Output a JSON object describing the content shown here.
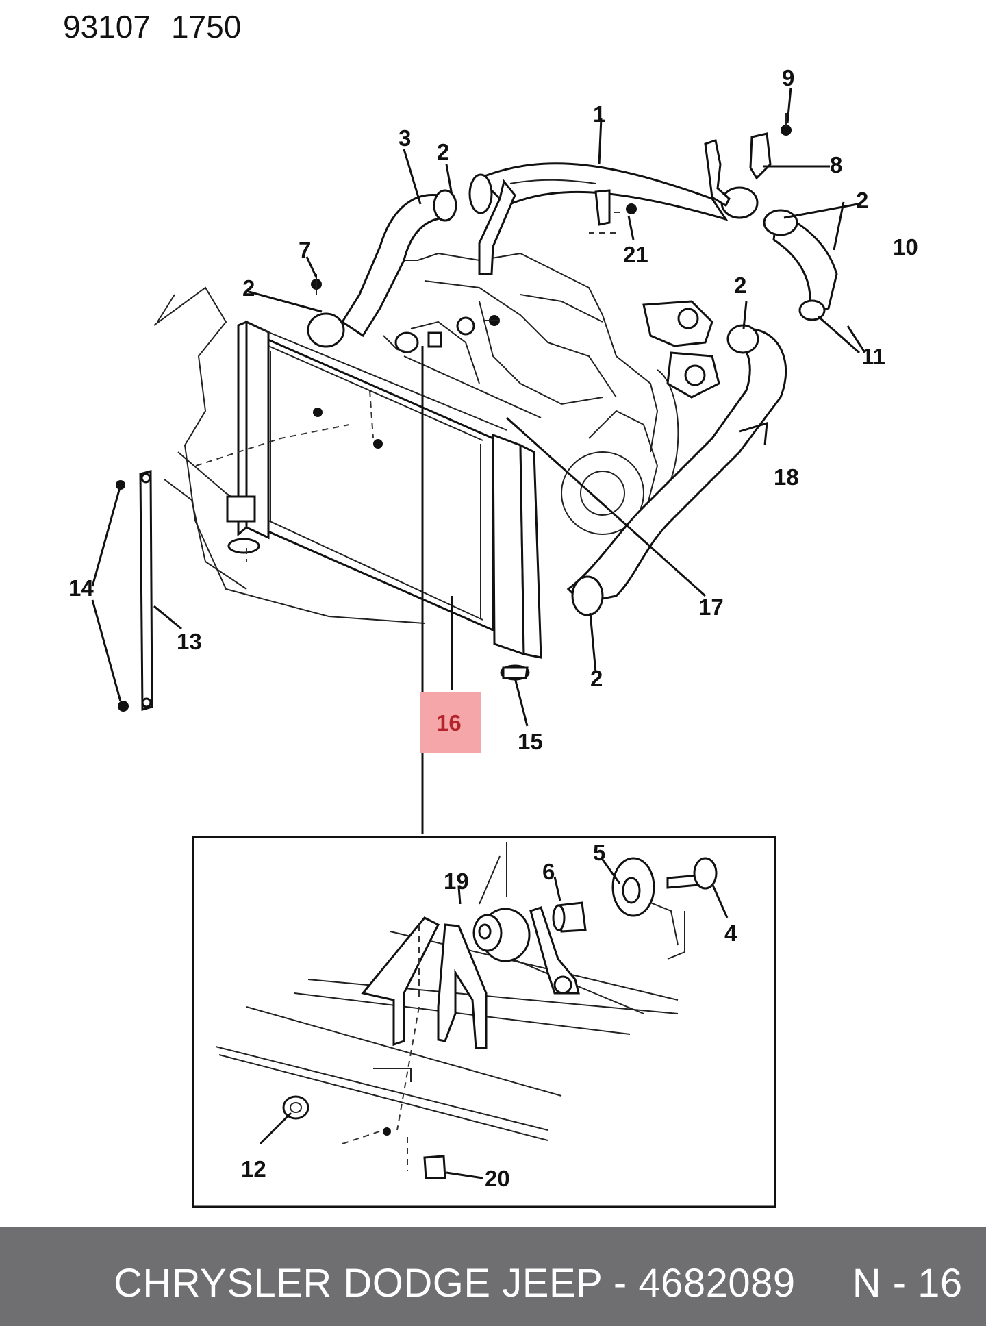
{
  "header": {
    "doc_number": "93107",
    "doc_page": "1750"
  },
  "callouts": {
    "c1": "1",
    "c2a": "2",
    "c2b": "2",
    "c2c": "2",
    "c2d": "2",
    "c2e": "2",
    "c3": "3",
    "c4": "4",
    "c5": "5",
    "c6": "6",
    "c7": "7",
    "c8": "8",
    "c9": "9",
    "c10": "10",
    "c11": "11",
    "c12": "12",
    "c13": "13",
    "c14": "14",
    "c15": "15",
    "c16": "16",
    "c17": "17",
    "c18": "18",
    "c19": "19",
    "c20": "20",
    "c21": "21"
  },
  "highlight": {
    "part": "16",
    "color": "#f5a6a9"
  },
  "footer": {
    "brand": "CHRYSLER DODGE JEEP",
    "separator": "-",
    "part_number": "4682089",
    "page_ref": "N - 16",
    "background": "#6f6f71"
  }
}
